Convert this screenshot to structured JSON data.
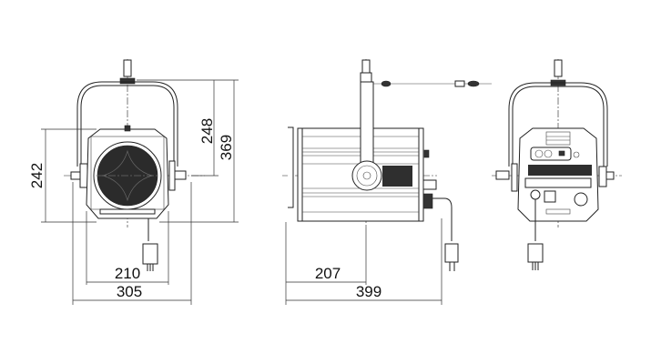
{
  "drawing": {
    "front_view": {
      "dim_height_body": "242",
      "dim_axis_to_top": "248",
      "dim_total_height": "369",
      "dim_body_width": "210",
      "dim_total_width": "305"
    },
    "side_view": {
      "dim_axis_from_front": "207",
      "dim_total_depth": "399"
    },
    "rear_view": {}
  }
}
